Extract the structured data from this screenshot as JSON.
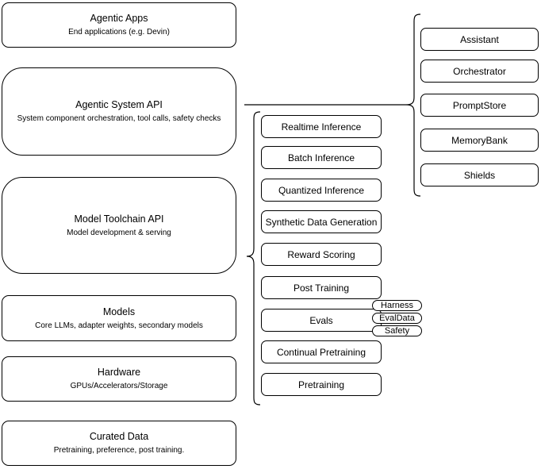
{
  "left_column": [
    {
      "title": "Agentic Apps",
      "subtitle": "End applications (e.g. Devin)"
    },
    {
      "title": "Agentic System API",
      "subtitle": "System component orchestration, tool calls, safety checks"
    },
    {
      "title": "Model Toolchain API",
      "subtitle": "Model development & serving"
    },
    {
      "title": "Models",
      "subtitle": "Core LLMs, adapter weights, secondary models"
    },
    {
      "title": "Hardware",
      "subtitle": "GPUs/Accelerators/Storage"
    },
    {
      "title": "Curated Data",
      "subtitle": "Pretraining, preference, post training."
    }
  ],
  "toolchain_items": [
    "Realtime Inference",
    "Batch Inference",
    "Quantized Inference",
    "Synthetic Data Generation",
    "Reward Scoring",
    "Post Training",
    "Evals",
    "Continual Pretraining",
    "Pretraining"
  ],
  "eval_tags": [
    "Harness",
    "EvalData",
    "Safety"
  ],
  "system_components": [
    "Assistant",
    "Orchestrator",
    "PromptStore",
    "MemoryBank",
    "Shields"
  ],
  "colors": {
    "stroke": "#000000",
    "fill": "#ffffff",
    "text": "#000000"
  }
}
